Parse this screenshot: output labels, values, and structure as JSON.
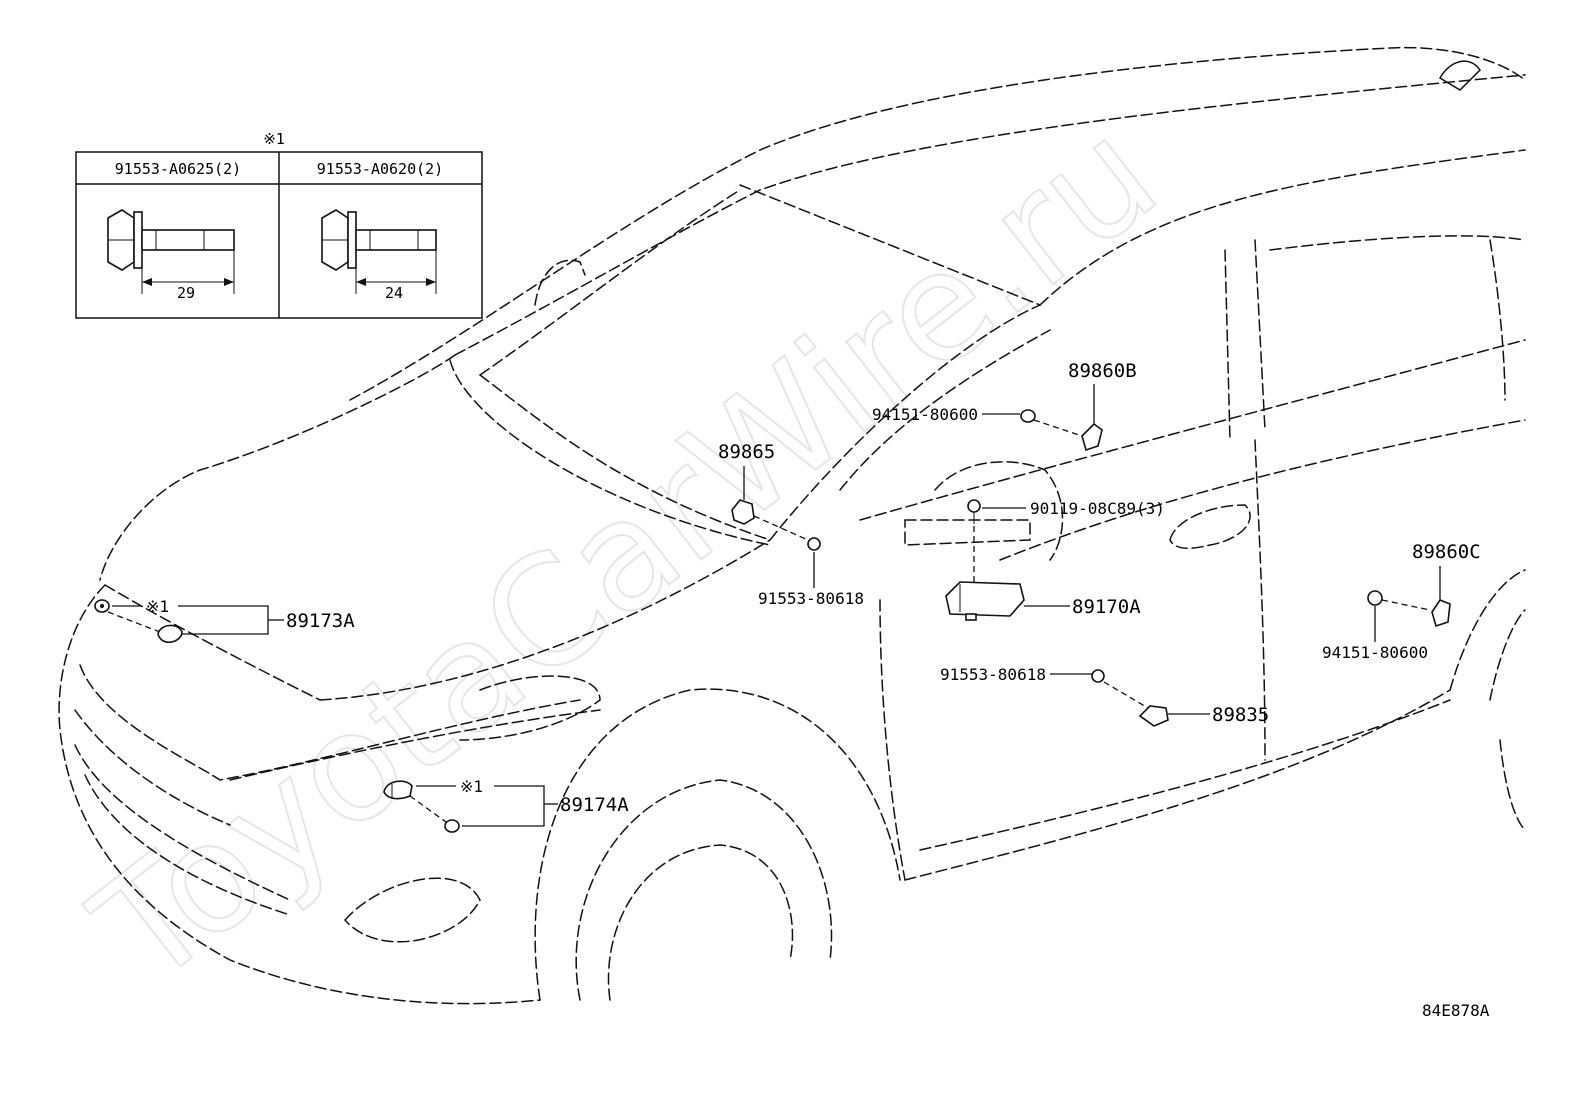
{
  "diagram_code": "84E878A",
  "watermark": "ToyotaCarWire.ru",
  "note_mark": "※1",
  "inset_table": {
    "header_mark": "※1",
    "columns": [
      {
        "part": "91553-A0625(2)",
        "length": "29"
      },
      {
        "part": "91553-A0620(2)",
        "length": "24"
      }
    ]
  },
  "callouts": {
    "c89173A": {
      "part": "89173A",
      "note": "※1"
    },
    "c89174A": {
      "part": "89174A",
      "note": "※1"
    },
    "c89865": {
      "part": "89865"
    },
    "c91553_80618_a": {
      "part": "91553-80618"
    },
    "c94151_80600_a": {
      "part": "94151-80600"
    },
    "c89860B": {
      "part": "89860B"
    },
    "c90119": {
      "part": "90119-08C89(3)"
    },
    "c89170A": {
      "part": "89170A"
    },
    "c91553_80618_b": {
      "part": "91553-80618"
    },
    "c89835": {
      "part": "89835"
    },
    "c89860C": {
      "part": "89860C"
    },
    "c94151_80600_b": {
      "part": "94151-80600"
    }
  },
  "icons": [
    "bolt-icon",
    "sensor-icon",
    "clip-icon",
    "ecu-icon"
  ]
}
